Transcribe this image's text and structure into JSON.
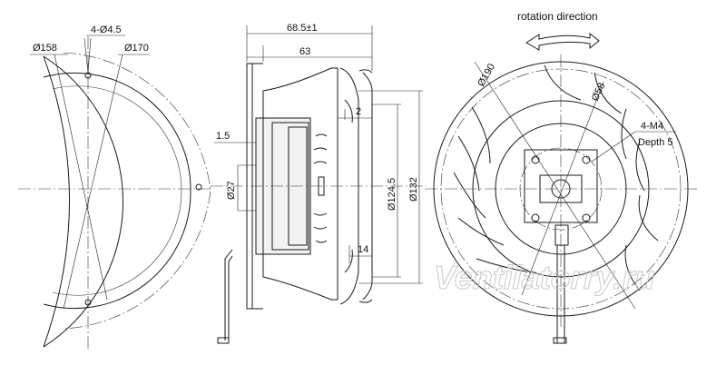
{
  "front_view": {
    "d158": "Ø158",
    "holes": "4-Ø4.5",
    "d170": "Ø170"
  },
  "side_view": {
    "overall_depth": "68.5±1",
    "depth_63": "63",
    "gap_2": "2",
    "shaft_1_5": "1.5",
    "d27": "Ø27",
    "d124_5": "Ø124.5",
    "d132": "Ø132",
    "depth_14": "14"
  },
  "rear_view": {
    "rotation_label": "rotation direction",
    "d190": "Ø190",
    "d58": "Ø58",
    "thread": "4-M4",
    "thread_depth": "Depth 5"
  },
  "watermark": "Ventilatorry.ru"
}
